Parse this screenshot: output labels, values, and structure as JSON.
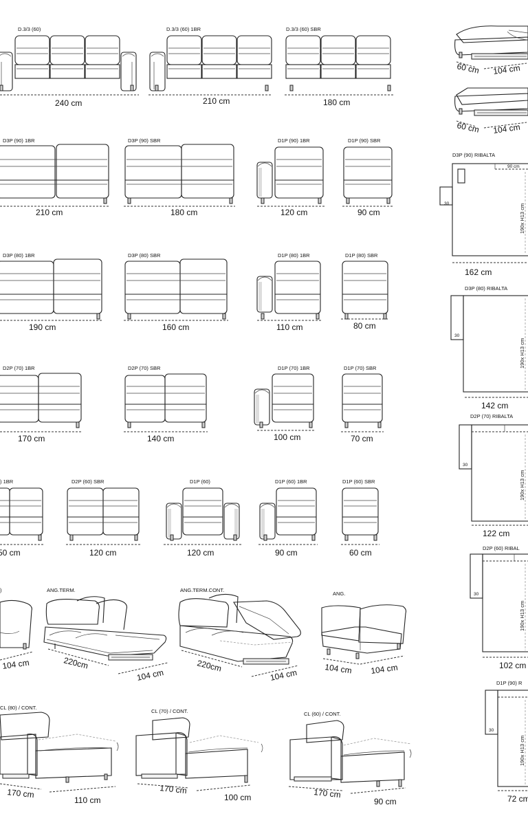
{
  "row1": {
    "labels": [
      "D.3/3 (60)",
      "D.3/3 (60) 1BR",
      "D.3/3 (60) SBR"
    ],
    "dims": [
      "240 cm",
      "210 cm",
      "180 cm"
    ]
  },
  "row2": {
    "labels": [
      "D3P (90) 1BR",
      "D3P (90) SBR",
      "D1P (90) 1BR",
      "D1P (90) SBR"
    ],
    "dims": [
      "210 cm",
      "180 cm",
      "120 cm",
      "90 cm"
    ]
  },
  "row3": {
    "labels": [
      "D3P (80) 1BR",
      "D3P (80) SBR",
      "D1P (80) 1BR",
      "D1P (80) SBR"
    ],
    "dims": [
      "190 cm",
      "160 cm",
      "110 cm",
      "80 cm"
    ]
  },
  "row4": {
    "labels": [
      "D2P (70) 1BR",
      "D2P (70) SBR",
      "D1P (70) 1BR",
      "D1P (70) SBR"
    ],
    "dims": [
      "170 cm",
      "140 cm",
      "100 cm",
      "70 cm"
    ]
  },
  "row5": {
    "labels": [
      ") 1BR",
      "D2P (60) SBR",
      "D1P (60)",
      "D1P (60) 1BR",
      "D1P (60) SBR"
    ],
    "dims": [
      "50 cm",
      "120 cm",
      "120 cm",
      "90 cm",
      "60 cm"
    ]
  },
  "row6": {
    "labels": [
      ")",
      "ANG.TERM.",
      "ANG.TERM.CONT.",
      "ANG."
    ],
    "dims": [
      "104 cm",
      "220cm",
      "104 cm",
      "220cm",
      "104 cm",
      "104 cm",
      "104 cm"
    ]
  },
  "row7": {
    "labels": [
      "CL (80) / CONT.",
      "CL (70) / CONT.",
      "CL (60) / CONT."
    ],
    "dims": [
      "170 cm",
      "110 cm",
      "170 cm",
      "100 cm",
      "170 cm",
      "90 cm"
    ]
  },
  "pouf": {
    "dims": [
      "60 cm",
      "104 cm",
      "60 cm",
      "104 cm"
    ]
  },
  "ribalta": [
    {
      "label": "D3P (90) RIBALTA",
      "width": "162 cm",
      "side": "30",
      "top": "90 cm",
      "height": "190x H13 cm"
    },
    {
      "label": "D3P (80) RIBALTA",
      "width": "142 cm",
      "side": "30",
      "height": "190x H13 cm"
    },
    {
      "label": "D2P (70) RIBALTA",
      "width": "122 cm",
      "side": "30",
      "height": "190x H13 cm"
    },
    {
      "label": "D2P (60) RIBAL",
      "width": "102 cm",
      "side": "30",
      "height": "190x H13 cm"
    },
    {
      "label": "D1P (90) R",
      "width": "72 cm",
      "side": "30",
      "height": "190x H13 cm"
    }
  ]
}
